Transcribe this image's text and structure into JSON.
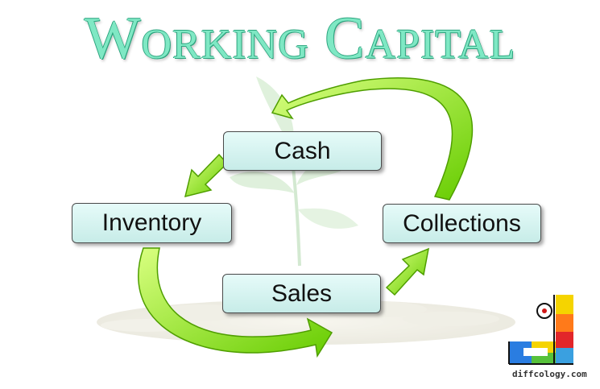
{
  "title": "Working Capital",
  "nodes": {
    "cash": "Cash",
    "inventory": "Inventory",
    "sales": "Sales",
    "collections": "Collections"
  },
  "colors": {
    "title": "#7fe8c4",
    "arrow_light": "#ccff66",
    "arrow_dark": "#66cc00",
    "node_fill": "#d9f6f3"
  },
  "watermark": "diffcology.com"
}
